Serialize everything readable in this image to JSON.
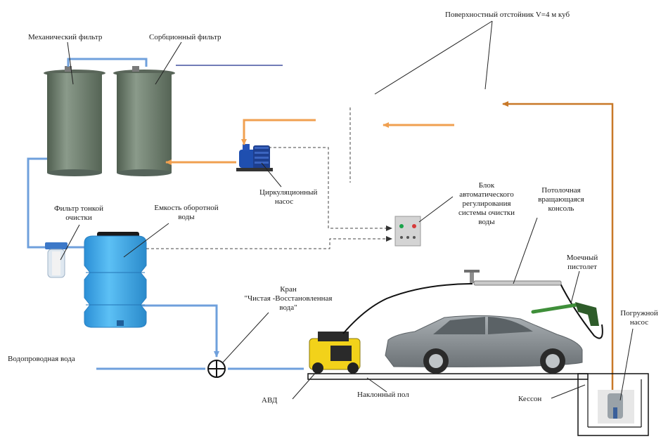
{
  "labels": {
    "mech_filter": "Механический фильтр",
    "sorb_filter": "Сорбционный фильтр",
    "settler": "Поверхностный отстойник V=4 м куб",
    "circ_pump_1": "Циркуляционный",
    "circ_pump_2": "насос",
    "fine_filter_1": "Фильтр тонкой",
    "fine_filter_2": "очистки",
    "tank_1": "Емкость оборотной",
    "tank_2": "воды",
    "control_1": "Блок",
    "control_2": "автоматического",
    "control_3": "регулирования",
    "control_4": "системы очистки",
    "control_5": "воды",
    "console_1": "Потолочная",
    "console_2": "вращающаяся",
    "console_3": "консоль",
    "gun_1": "Моечный",
    "gun_2": "пистолет",
    "valve_1": "Кран",
    "valve_2": "\"Чистая -Восстановленная",
    "valve_3": "вода\"",
    "tap_water": "Водопроводная вода",
    "avd": "АВД",
    "floor": "Наклонный пол",
    "caisson": "Кессон",
    "sub_pump_1": "Погружной",
    "sub_pump_2": "насос"
  },
  "colors": {
    "clean_water": "#6fa0dc",
    "dirty_water": "#f0a050",
    "return_pipe": "#c87828",
    "control_line": "#444444",
    "tank": "#3aa6e8",
    "filter_body": "#6f7f6f",
    "car": "#8a9094",
    "washer": "#f2d21a"
  },
  "icons": [
    "pump-icon",
    "valve-icon",
    "washer-icon",
    "car-icon",
    "spray-gun-icon",
    "control-box-icon"
  ]
}
